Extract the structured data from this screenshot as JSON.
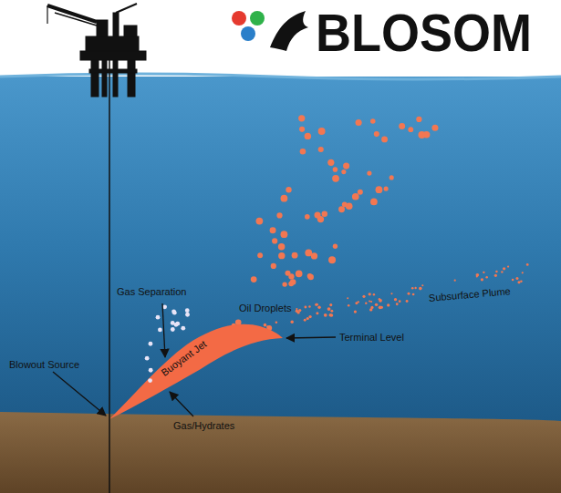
{
  "diagram": {
    "title": "BLOSOM",
    "labels": [
      "Gas Separation",
      "Oil Droplets",
      "Subsurface Plume",
      "Terminal Level",
      "Buoyant Jet",
      "Blowout Source",
      "Gas/Hydrates"
    ]
  }
}
